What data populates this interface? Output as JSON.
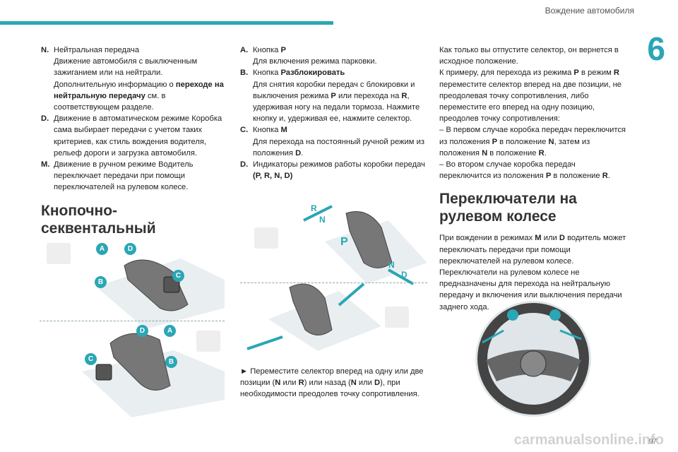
{
  "header": {
    "title": "Вождение автомобиля",
    "chapter": "6",
    "page": "97"
  },
  "col1": {
    "items": [
      {
        "key": "N.",
        "lines": [
          "Нейтральная передача",
          "Движение автомобиля с выключенным",
          "зажиганием или на нейтрали.",
          "Дополнительную информацию о"
        ],
        "bold_tail": "переходе на нейтральную передачу",
        "tail": "см. в соответствующем разделе."
      },
      {
        "key": "D.",
        "text": "Движение в автоматическом режиме Коробка сама выбирает передачи с учетом таких критериев, как стиль вождения водителя, рельеф дороги и загрузка автомобиля."
      },
      {
        "key": "M.",
        "text": "Движение в ручном режиме Водитель переключает передачи при помощи переключателей на рулевом колесе."
      }
    ],
    "section_title": "Кнопочно-секвентальный селектор"
  },
  "col2": {
    "items": [
      {
        "key": "A.",
        "title": "Кнопка",
        "title_bold": "P",
        "text": "Для включения режима парковки."
      },
      {
        "key": "B.",
        "title": "Кнопка",
        "title_bold": "Разблокировать",
        "text_a": "Для снятия коробки передач с блокировки и выключения режима",
        "bold_1": "P",
        "text_b": "или перехода на",
        "bold_2": "R",
        "text_c": ", удерживая ногу на педали тормоза. Нажмите кнопку и, удерживая ее, нажмите селектор."
      },
      {
        "key": "C.",
        "title": "Кнопка",
        "title_bold": "M",
        "text_a": "Для перехода на постоянный ручной режим из положения",
        "bold_1": "D",
        "text_b": "."
      },
      {
        "key": "D.",
        "title": "Индикаторы режимов работы коробки передач",
        "title_bold": "(P, R, N, D)"
      }
    ],
    "instruction": {
      "arrow": "►",
      "text_a": "Переместите селектор вперед на одну или две позиции (",
      "b1": "N",
      "t1": " или ",
      "b2": "R",
      "t2": ") или назад (",
      "b3": "N",
      "t3": " или ",
      "b4": "D",
      "t4": "), при необходимости преодолев точку сопротивления."
    }
  },
  "col3": {
    "p1": "Как только вы отпустите селектор, он вернется в исходное положение.",
    "p2_a": "К примеру, для перехода из режима",
    "p2_b1": "P",
    "p2_c": "в режим",
    "p2_b2": "R",
    "p2_d": "переместите селектор вперед на две позиции, не преодолевая точку сопротивления, либо переместите его вперед на одну позицию, преодолев точку сопротивления:",
    "d1_a": "–  В первом случае коробка передач переключится из положения",
    "d1_b1": "P",
    "d1_c": "в положение",
    "d1_b2": "N",
    "d1_d": ", затем из положения",
    "d1_b3": "N",
    "d1_e": "в положение",
    "d1_b4": "R",
    "d1_f": ".",
    "d2_a": "–  Во втором случае коробка передач переключится из положения",
    "d2_b1": "P",
    "d2_c": "в положение",
    "d2_b2": "R",
    "d2_d": ".",
    "section_title": "Переключатели на рулевом колесе",
    "p3_a": "При вождении в режимах",
    "p3_b1": "M",
    "p3_c": "или",
    "p3_b2": "D",
    "p3_d": "водитель может переключать передачи при помощи переключателей на рулевом колесе.",
    "p4": "Переключатели на рулевом колесе не предназначены для перехода на нейтральную передачу и включения или выключения передачи заднего хода."
  },
  "figure_labels": {
    "top": [
      "A",
      "D",
      "C",
      "B"
    ],
    "bottom": [
      "D",
      "A",
      "C",
      "B"
    ],
    "gears": [
      "R",
      "N",
      "P",
      "N",
      "D"
    ]
  },
  "watermark": "carmanualsonline.info",
  "colors": {
    "accent": "#2aa6b5"
  }
}
